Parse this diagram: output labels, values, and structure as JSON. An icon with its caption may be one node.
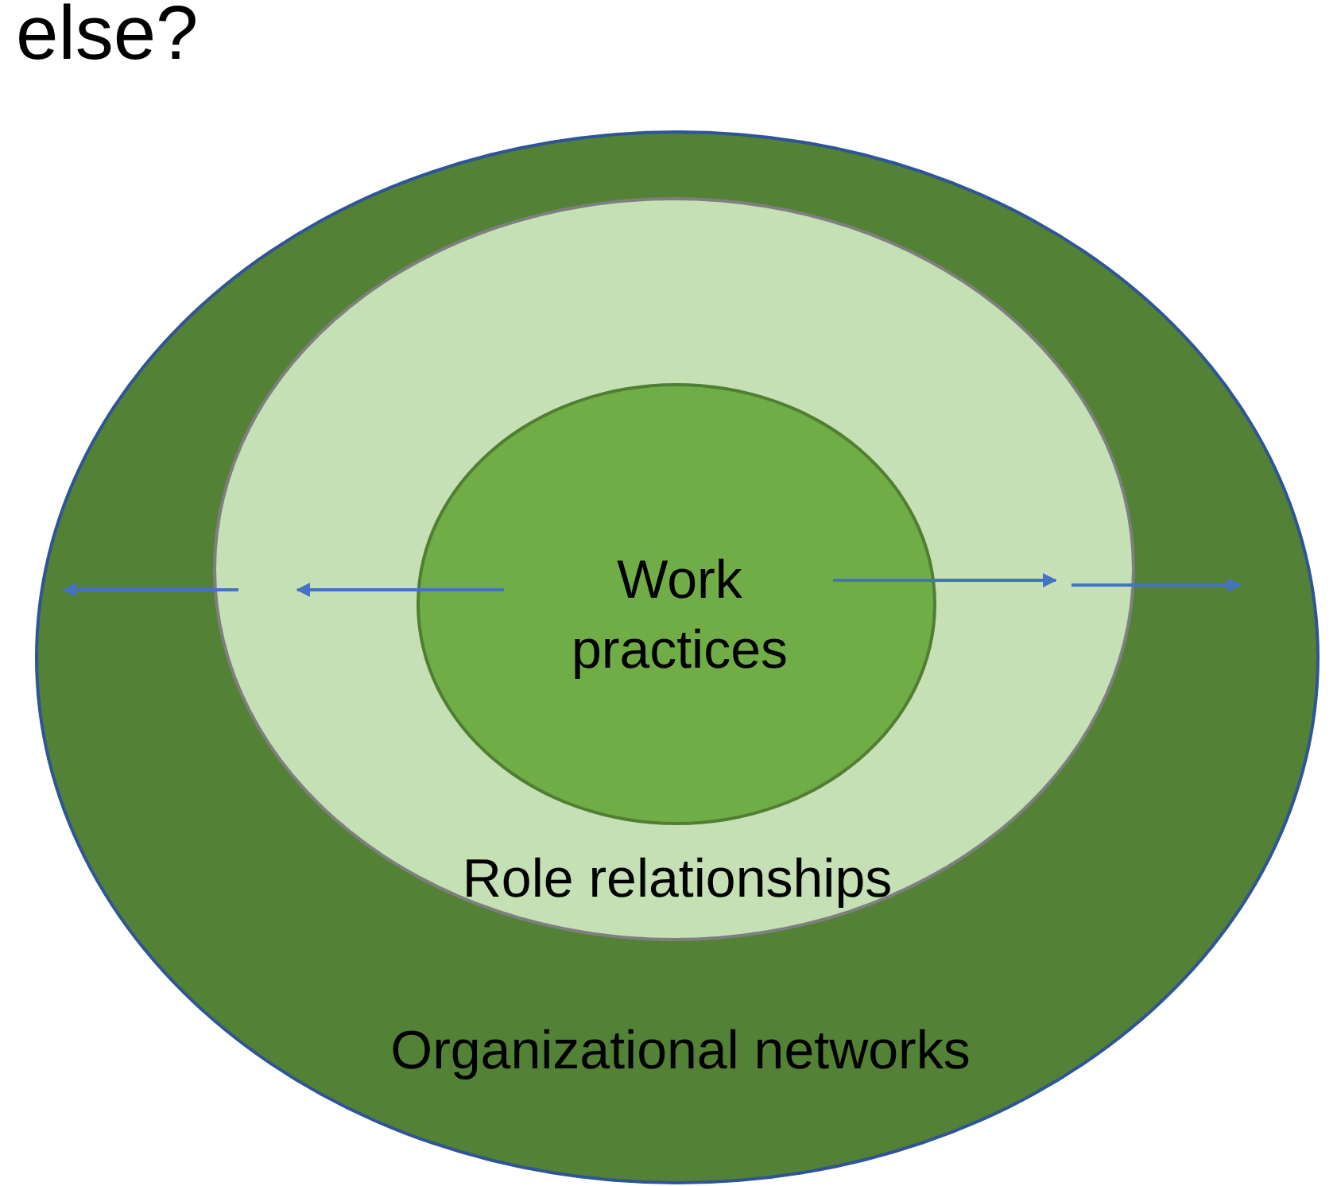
{
  "diagram": {
    "nodes": [
      {
        "text": [
          "Organizational networks"
        ]
      },
      {
        "text": [
          "Role relationships"
        ],
        "in": 0
      },
      {
        "text": [
          "Work practices"
        ],
        "in": 1
      }
    ],
    "edges": [
      {
        "from": 2,
        "to": 1,
        "arrow": "to"
      },
      {
        "from": 1,
        "to": 0,
        "arrow": "to"
      },
      {
        "from": 2,
        "to": 1,
        "arrow": "to"
      },
      {
        "from": 1,
        "to": 0,
        "arrow": "to"
      }
    ],
    "labels": [
      "else?"
    ]
  }
}
